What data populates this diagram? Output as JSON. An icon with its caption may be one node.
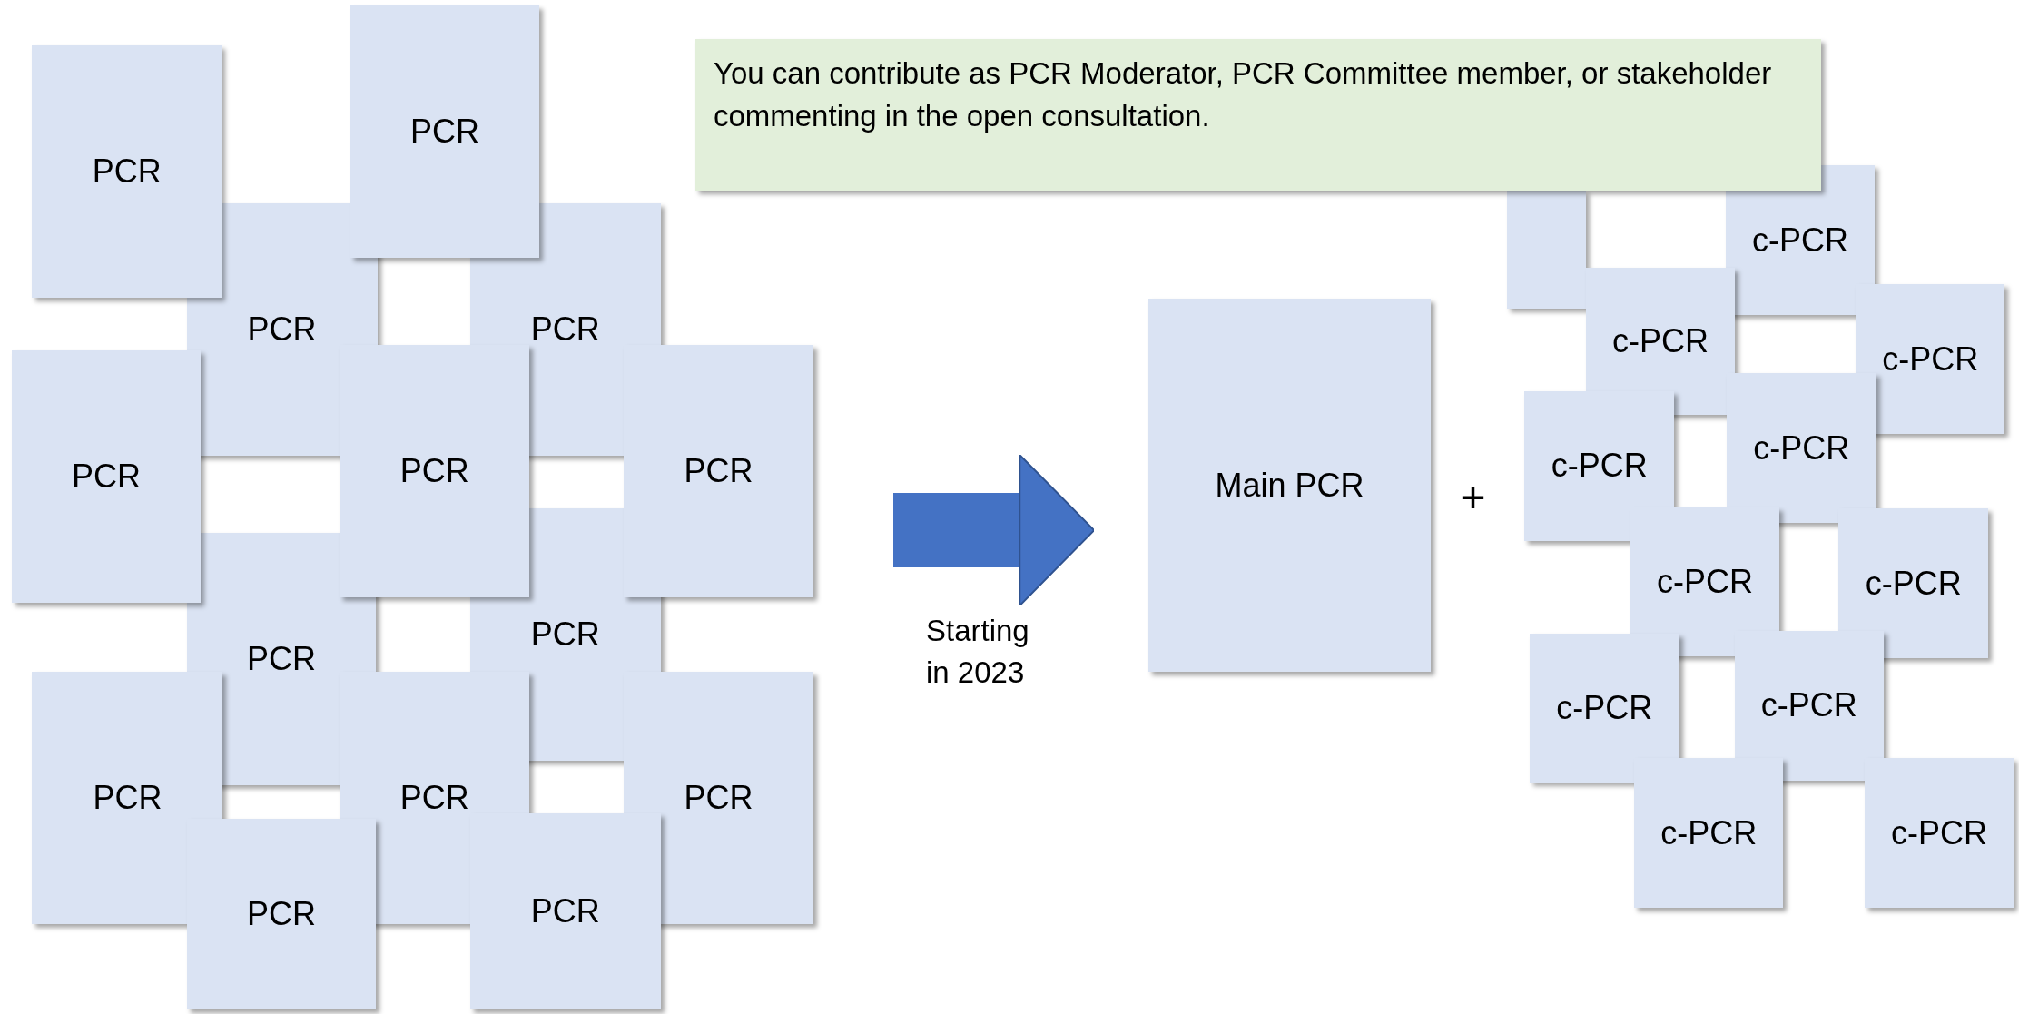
{
  "diagram": {
    "nodes": [
      {
        "text": [
          "PCR"
        ]
      },
      {
        "text": [
          "PCR"
        ]
      },
      {
        "text": [
          "PCR"
        ]
      },
      {
        "text": [
          "PCR"
        ]
      },
      {
        "text": [
          "PCR"
        ]
      },
      {
        "text": [
          "PCR"
        ]
      },
      {
        "text": [
          "PCR"
        ]
      },
      {
        "text": [
          "PCR"
        ]
      },
      {
        "text": [
          "PCR"
        ]
      },
      {
        "text": [
          "PCR"
        ]
      },
      {
        "text": [
          "PCR"
        ]
      },
      {
        "text": [
          "PCR"
        ]
      },
      {
        "text": [
          "PCR"
        ]
      },
      {
        "text": [
          "PCR"
        ]
      },
      {
        "text": [
          "Main PCR"
        ]
      },
      {
        "text": [],
        "shape": "box"
      },
      {
        "text": [
          "c-PCR"
        ]
      },
      {
        "text": [
          "c-PCR"
        ]
      },
      {
        "text": [
          "c-PCR"
        ]
      },
      {
        "text": [
          "c-PCR"
        ]
      },
      {
        "text": [
          "c-PCR"
        ]
      },
      {
        "text": [
          "c-PCR"
        ]
      },
      {
        "text": [
          "c-PCR"
        ]
      },
      {
        "text": [
          "c-PCR"
        ]
      },
      {
        "text": [
          "c-PCR"
        ]
      },
      {
        "text": [
          "c-PCR"
        ]
      },
      {
        "text": [
          "c-PCR"
        ]
      },
      {
        "text": [
          "You can contribute as PCR Moderator, PCR Committee member, or stakeholder commenting in the open consultation."
        ]
      }
    ],
    "edges": [
      {
        "from": null,
        "to": 14,
        "arrow": "to",
        "label": "Starting in 2023"
      }
    ],
    "labels": [
      "+"
    ]
  }
}
